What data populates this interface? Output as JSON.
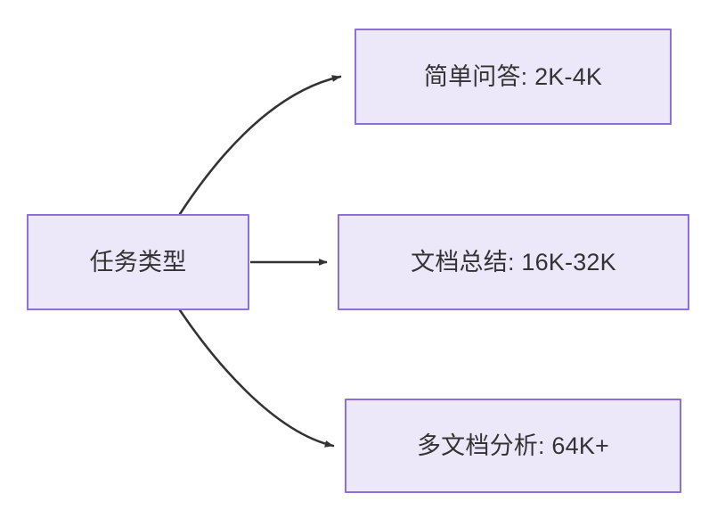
{
  "diagram": {
    "type": "flowchart",
    "direction": "left-to-right",
    "background_color": "#ffffff",
    "node_fill_color": "#ece8fa",
    "node_border_color": "#8c6fd8",
    "node_text_color": "#333333",
    "edge_color": "#333333",
    "root": {
      "id": "root",
      "label": "任务类型"
    },
    "branches": [
      {
        "id": "simple-qa",
        "label": "简单问答: 2K-4K",
        "task": "简单问答",
        "range": "2K-4K",
        "edge_style": "curved-up"
      },
      {
        "id": "doc-summary",
        "label": "文档总结: 16K-32K",
        "task": "文档总结",
        "range": "16K-32K",
        "edge_style": "straight"
      },
      {
        "id": "multidoc",
        "label": "多文档分析: 64K+",
        "task": "多文档分析",
        "range": "64K+",
        "edge_style": "curved-down"
      }
    ]
  }
}
